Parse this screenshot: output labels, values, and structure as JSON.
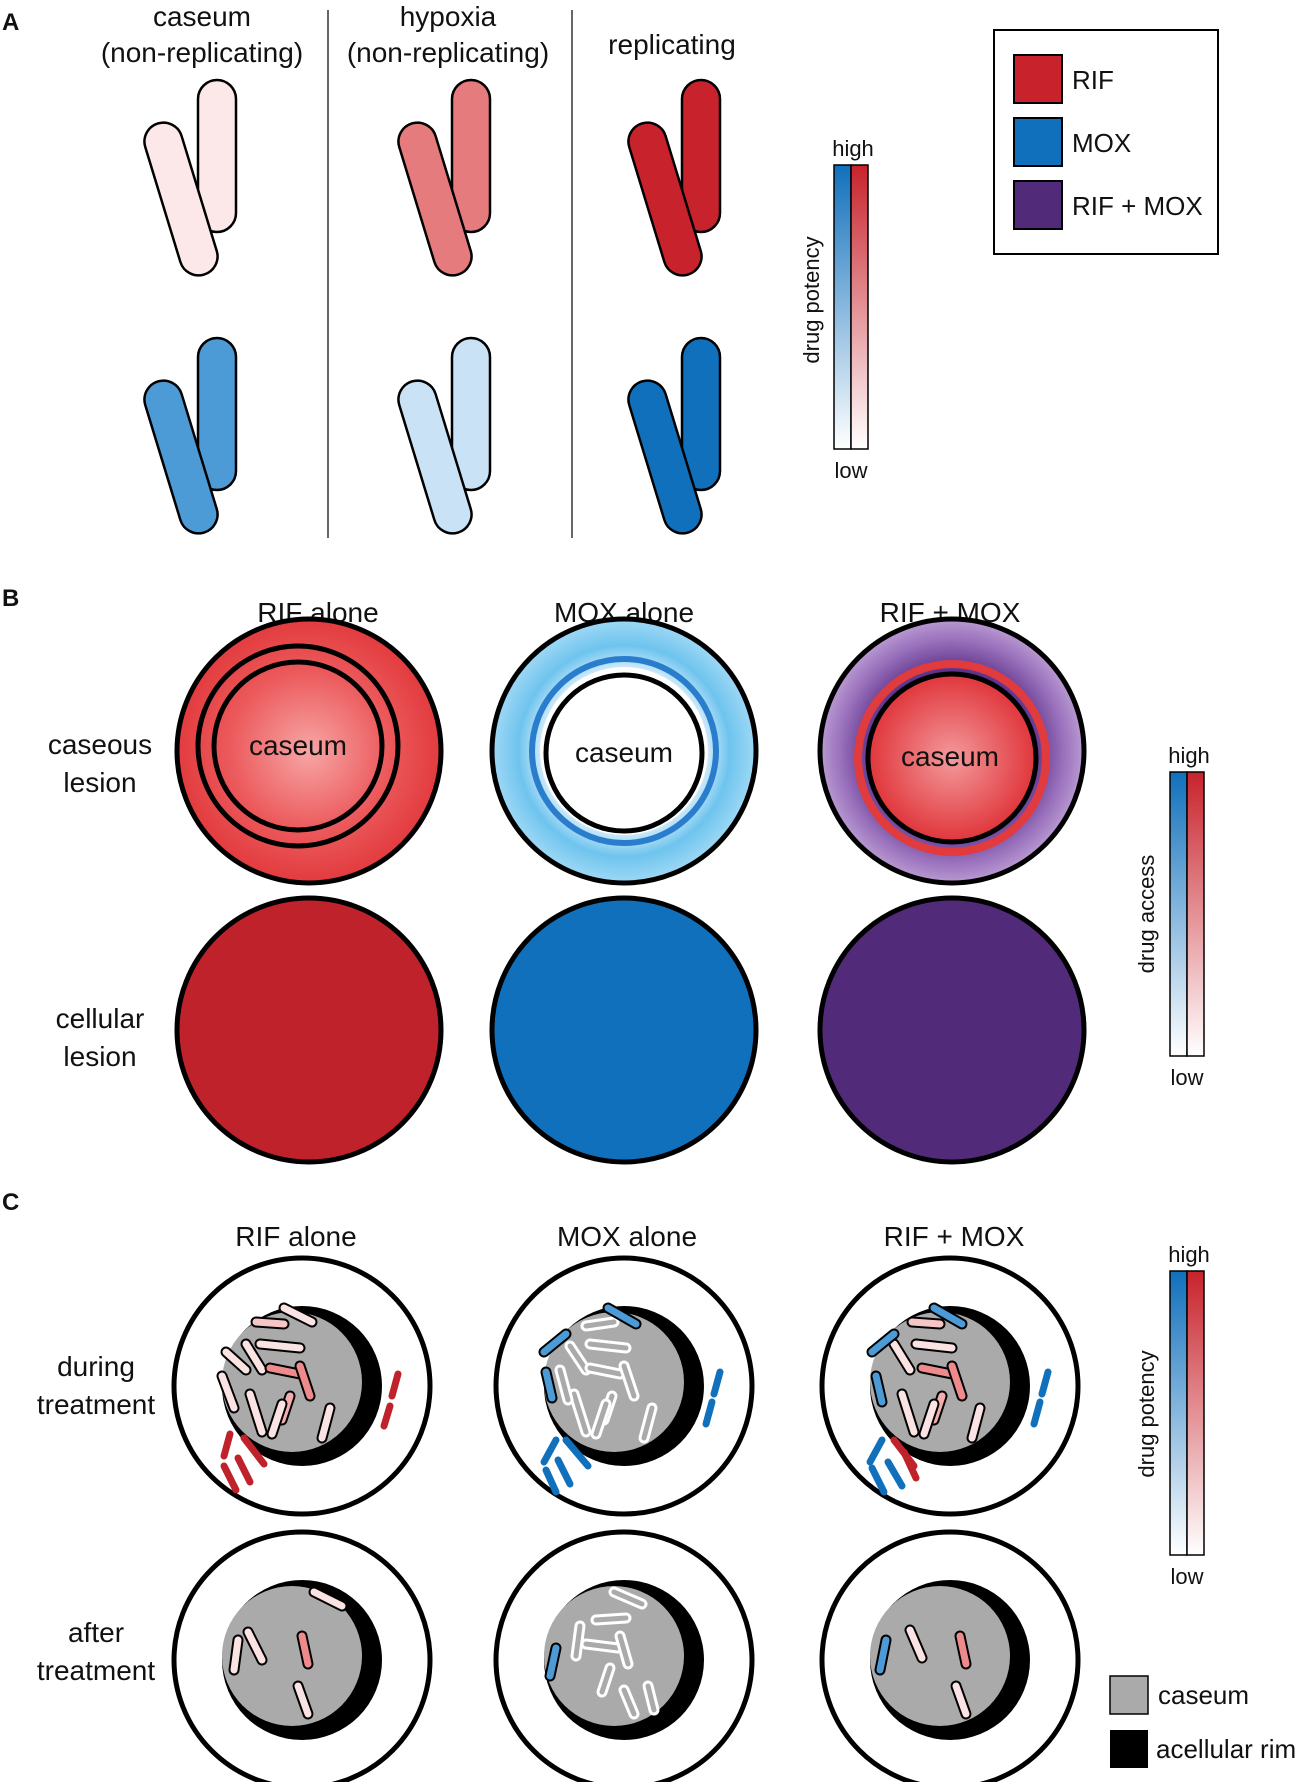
{
  "colors": {
    "rif": "#c0222b",
    "mox": "#1170bc",
    "combo": "#522a7a",
    "caseum_gray": "#aaaaaa",
    "rim_black": "#000000"
  },
  "panel_a": {
    "letter": "A",
    "columns": [
      {
        "title_lines": [
          "caseum",
          "(non-replicating)"
        ]
      },
      {
        "title_lines": [
          "hypoxia",
          "(non-replicating)"
        ]
      },
      {
        "title_lines": [
          "replicating"
        ]
      }
    ],
    "legend": {
      "items": [
        {
          "label": "RIF",
          "color": "#c8232c"
        },
        {
          "label": "MOX",
          "color": "#1170bc"
        },
        {
          "label": "RIF + MOX",
          "color": "#522a7a"
        }
      ]
    },
    "scale": {
      "high": "high",
      "low": "low",
      "title": "drug potency"
    }
  },
  "panel_b": {
    "letter": "B",
    "column_titles": [
      "RIF alone",
      "MOX alone",
      "RIF + MOX"
    ],
    "row_labels": [
      [
        "caseous",
        "lesion"
      ],
      [
        "cellular",
        "lesion"
      ]
    ],
    "center_label": "caseum",
    "scale": {
      "high": "high",
      "low": "low",
      "title": "drug access"
    }
  },
  "panel_c": {
    "letter": "C",
    "column_titles": [
      "RIF alone",
      "MOX alone",
      "RIF + MOX"
    ],
    "row_labels": [
      [
        "during",
        "treatment"
      ],
      [
        "after",
        "treatment"
      ]
    ],
    "scale": {
      "high": "high",
      "low": "low",
      "title": "drug potency"
    },
    "legend": {
      "caseum": "caseum",
      "rim": "acellular rim"
    }
  }
}
